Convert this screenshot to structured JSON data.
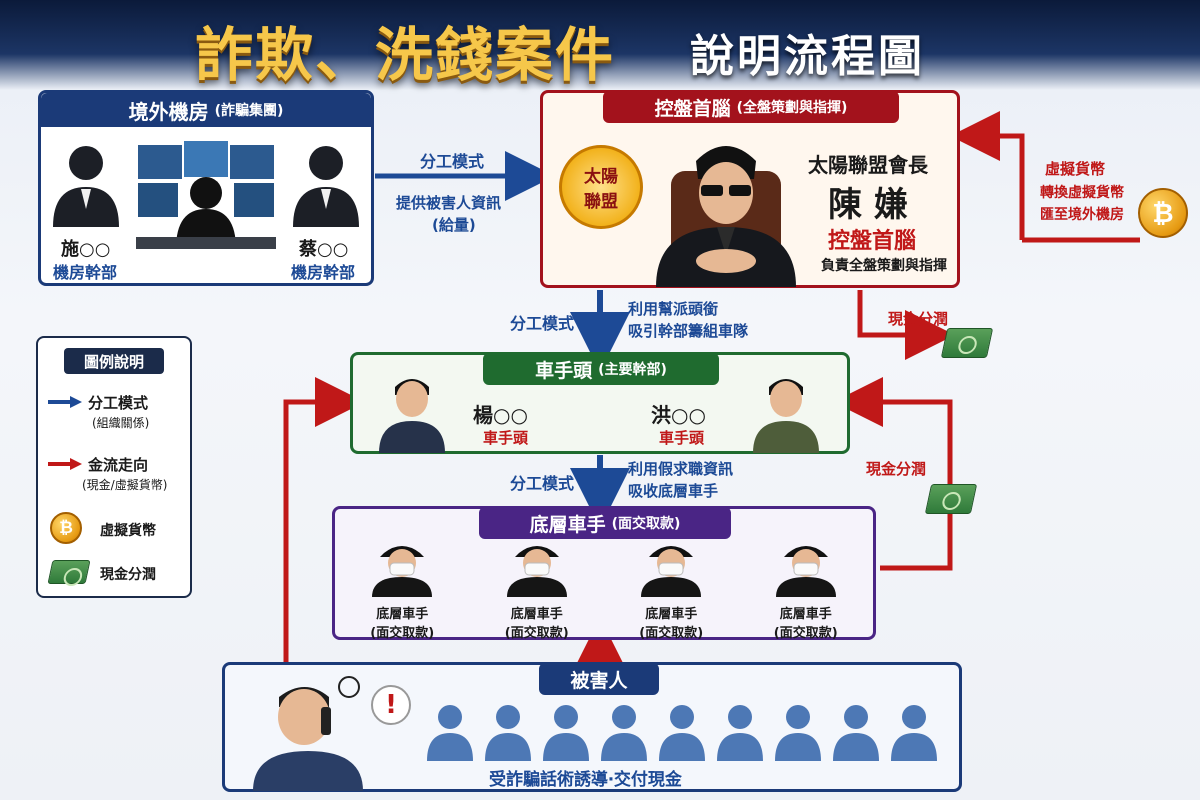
{
  "title": {
    "main": "詐欺、洗錢案件",
    "sub": "說明流程圖"
  },
  "offshore": {
    "title": "境外機房",
    "subtitle": "(詐騙集團)",
    "left_person": {
      "name": "施○○",
      "role": "機房幹部"
    },
    "right_person": {
      "name": "蔡○○",
      "role": "機房幹部"
    }
  },
  "link_offshore_leader": {
    "label": "分工模式",
    "desc_line1": "提供被害人資訊",
    "desc_line2": "(給量)"
  },
  "leader": {
    "title": "控盤首腦",
    "subtitle": "(全盤策劃與指揮)",
    "emblem_line1": "太陽",
    "emblem_line2": "聯盟",
    "org_title": "太陽聯盟會長",
    "name": "陳 嫌",
    "role": "控盤首腦",
    "desc": "負責全盤策劃與指揮"
  },
  "crypto_return": {
    "line1": "虛擬貨幣",
    "line2": "轉換虛擬貨幣",
    "line3": "匯至境外機房",
    "coin_symbol": "₿"
  },
  "link_leader_drivers": {
    "label": "分工模式",
    "desc_line1": "利用幫派頭銜",
    "desc_line2": "吸引幹部籌組車隊"
  },
  "cash_to_leader": {
    "label": "現金分潤"
  },
  "driver_heads": {
    "title": "車手頭",
    "subtitle": "(主要幹部)",
    "left_person": {
      "name": "楊○○",
      "role": "車手頭"
    },
    "right_person": {
      "name": "洪○○",
      "role": "車手頭"
    }
  },
  "link_heads_drivers": {
    "label": "分工模式",
    "desc_line1": "利用假求職資訊",
    "desc_line2": "吸收底層車手"
  },
  "cash_to_heads": {
    "label": "現金分潤"
  },
  "low_drivers": {
    "title": "底層車手",
    "subtitle": "(面交取款)",
    "members": [
      {
        "role": "底層車手",
        "desc": "(面交取款)"
      },
      {
        "role": "底層車手",
        "desc": "(面交取款)"
      },
      {
        "role": "底層車手",
        "desc": "(面交取款)"
      },
      {
        "role": "底層車手",
        "desc": "(面交取款)"
      }
    ]
  },
  "legend": {
    "title": "圖例說明",
    "items": [
      {
        "label": "分工模式",
        "desc": "(組織關係)"
      },
      {
        "label": "金流走向",
        "desc": "(現金/虛擬貨幣)"
      },
      {
        "label": "虛擬貨幣"
      },
      {
        "label": "現金分潤"
      }
    ]
  },
  "victims": {
    "title": "被害人",
    "caption": "受詐騙話術誘導‧交付現金",
    "exclaim": "!"
  },
  "colors": {
    "blue_arrow": "#1d4a96",
    "red_arrow": "#c01818",
    "navy_head": "#1b3a78",
    "red_head": "#a3121c",
    "green_head": "#1f6b2f",
    "purple_head": "#4a2585"
  }
}
